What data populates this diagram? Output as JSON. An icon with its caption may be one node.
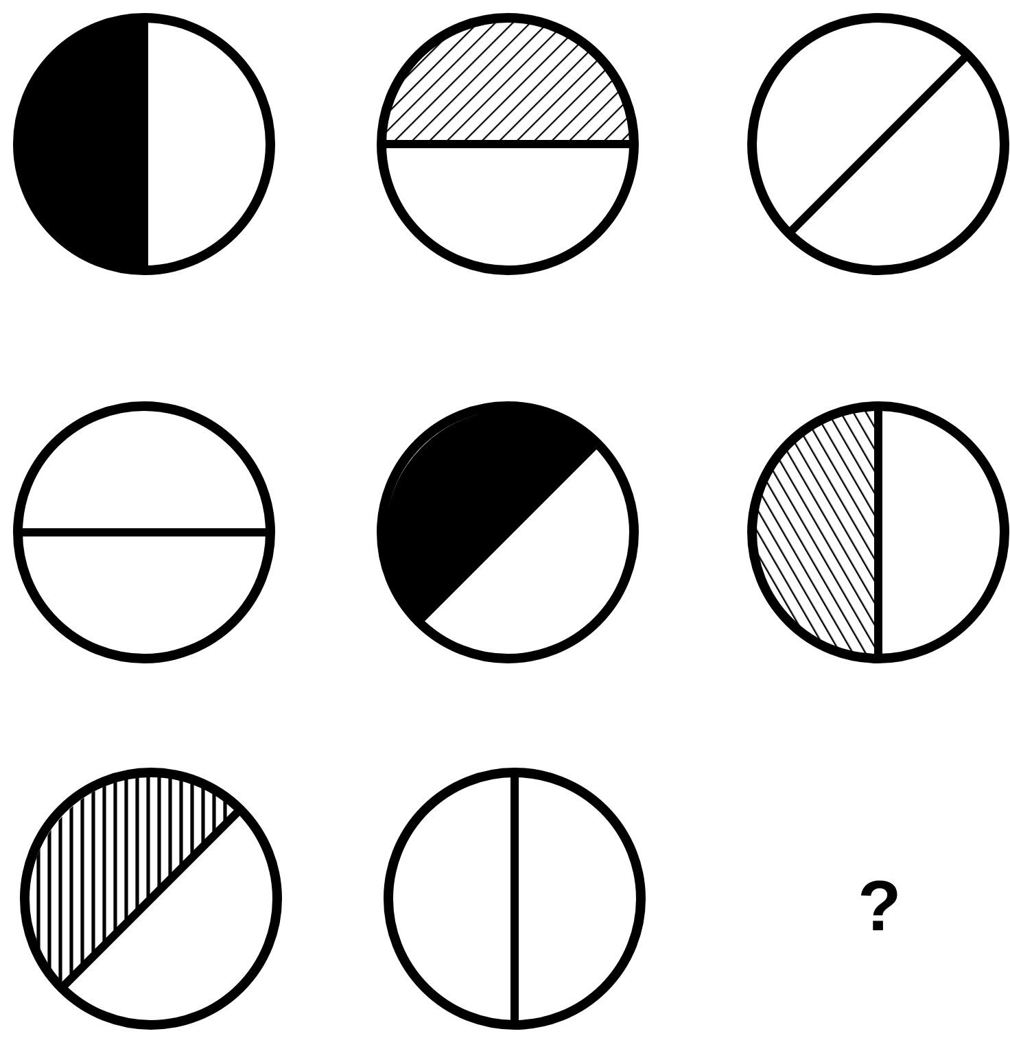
{
  "diagram": {
    "nodes": [
      {
        "text": [],
        "shape": "circle"
      },
      {
        "text": [],
        "shape": "circle"
      },
      {
        "text": [],
        "shape": "circle"
      },
      {
        "text": [],
        "shape": "circle"
      },
      {
        "text": [],
        "shape": "circle"
      },
      {
        "text": [],
        "shape": "circle"
      },
      {
        "text": [],
        "shape": "circle"
      },
      {
        "text": [],
        "shape": "circle"
      }
    ],
    "labels": [
      "?"
    ]
  }
}
